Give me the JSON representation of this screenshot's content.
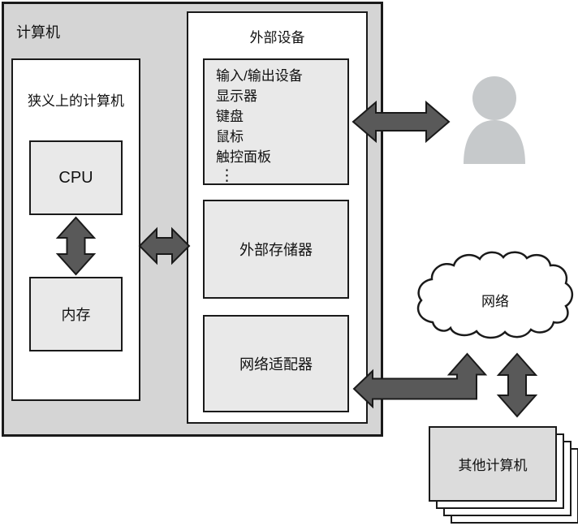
{
  "title": "computer-architecture-diagram",
  "colors": {
    "outer_fill": "#d5d5d5",
    "panel_fill": "#ffffff",
    "box_fill": "#e9e9e9",
    "stack_fill": "#dcdcdc",
    "arrow_fill": "#595959",
    "person_fill": "#c6c9cb",
    "border": "#1a1a1a"
  },
  "icons": {
    "person": "person-silhouette (gray circle head + dome body)",
    "network": "cloud-outline",
    "connections": "double-headed block arrows"
  },
  "outer_box": {
    "label": "计算机"
  },
  "narrow_box": {
    "label": "狭义上的计算机",
    "cpu_label": "CPU",
    "memory_label": "内存"
  },
  "external_box": {
    "label": "外部设备",
    "io_box": {
      "lines": [
        "输入/输出设备",
        "显示器",
        "键盘",
        "鼠标",
        "触控面板",
        "⋮"
      ]
    },
    "storage_label": "外部存储器",
    "adapter_label": "网络适配器"
  },
  "network": {
    "label": "网络"
  },
  "other_computers": {
    "label": "其他计算机"
  }
}
